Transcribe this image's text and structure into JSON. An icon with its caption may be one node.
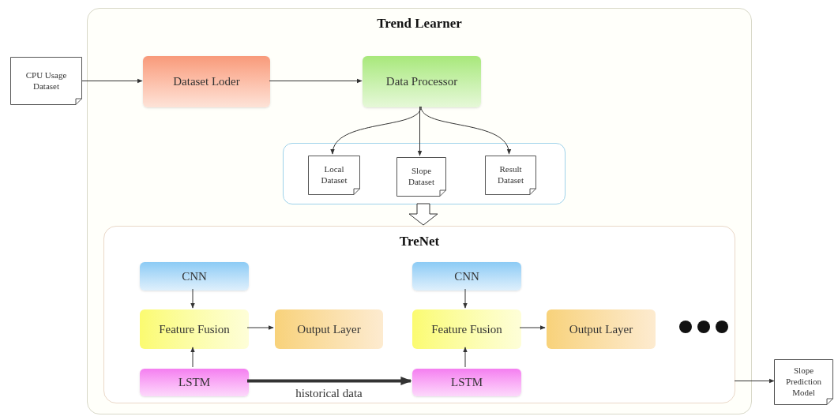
{
  "diagram": {
    "nodes": [
      {
        "text": [
          "Trend Learner"
        ]
      },
      {
        "text": [
          "CPU Usage Dataset"
        ]
      },
      {
        "text": [
          "Dataset Loder"
        ],
        "in": 0
      },
      {
        "text": [
          "Data Processor"
        ],
        "in": 0
      },
      {
        "text": [],
        "shape": "box",
        "in": 0
      },
      {
        "text": [
          "Local Dataset"
        ],
        "in": 4
      },
      {
        "text": [
          "Slope Dataset"
        ],
        "in": 4
      },
      {
        "text": [
          "Result Dataset"
        ],
        "in": 4
      },
      {
        "text": [
          "TreNet"
        ],
        "in": 0
      },
      {
        "text": [
          "CNN"
        ],
        "in": 8
      },
      {
        "text": [
          "Feature Fusion"
        ],
        "in": 8
      },
      {
        "text": [
          "Output Layer"
        ],
        "in": 8
      },
      {
        "text": [
          "LSTM"
        ],
        "in": 8
      },
      {
        "text": [
          "CNN"
        ],
        "in": 8
      },
      {
        "text": [
          "Feature Fusion"
        ],
        "in": 8
      },
      {
        "text": [
          "Output Layer"
        ],
        "in": 8
      },
      {
        "text": [
          "LSTM"
        ],
        "in": 8
      },
      {
        "text": [
          "Slope Prediction Model"
        ]
      }
    ],
    "edges": [
      {
        "from": 1,
        "to": 2,
        "arrow": "to"
      },
      {
        "from": 2,
        "to": 3,
        "arrow": "to"
      },
      {
        "from": 3,
        "to": 5,
        "arrow": "to"
      },
      {
        "from": 3,
        "to": 6,
        "arrow": "to"
      },
      {
        "from": 3,
        "to": 7,
        "arrow": "to"
      },
      {
        "from": 4,
        "to": 8,
        "arrow": "to"
      },
      {
        "from": 9,
        "to": 10,
        "arrow": "to"
      },
      {
        "from": 12,
        "to": 10,
        "arrow": "to"
      },
      {
        "from": 10,
        "to": 11,
        "arrow": "to"
      },
      {
        "from": 13,
        "to": 14,
        "arrow": "to"
      },
      {
        "from": 16,
        "to": 14,
        "arrow": "to"
      },
      {
        "from": 14,
        "to": 15,
        "arrow": "to"
      },
      {
        "from": 12,
        "to": 16,
        "arrow": "to",
        "label": "historical data",
        "style": "thick"
      },
      {
        "from": 8,
        "to": 17,
        "arrow": "to"
      }
    ]
  }
}
